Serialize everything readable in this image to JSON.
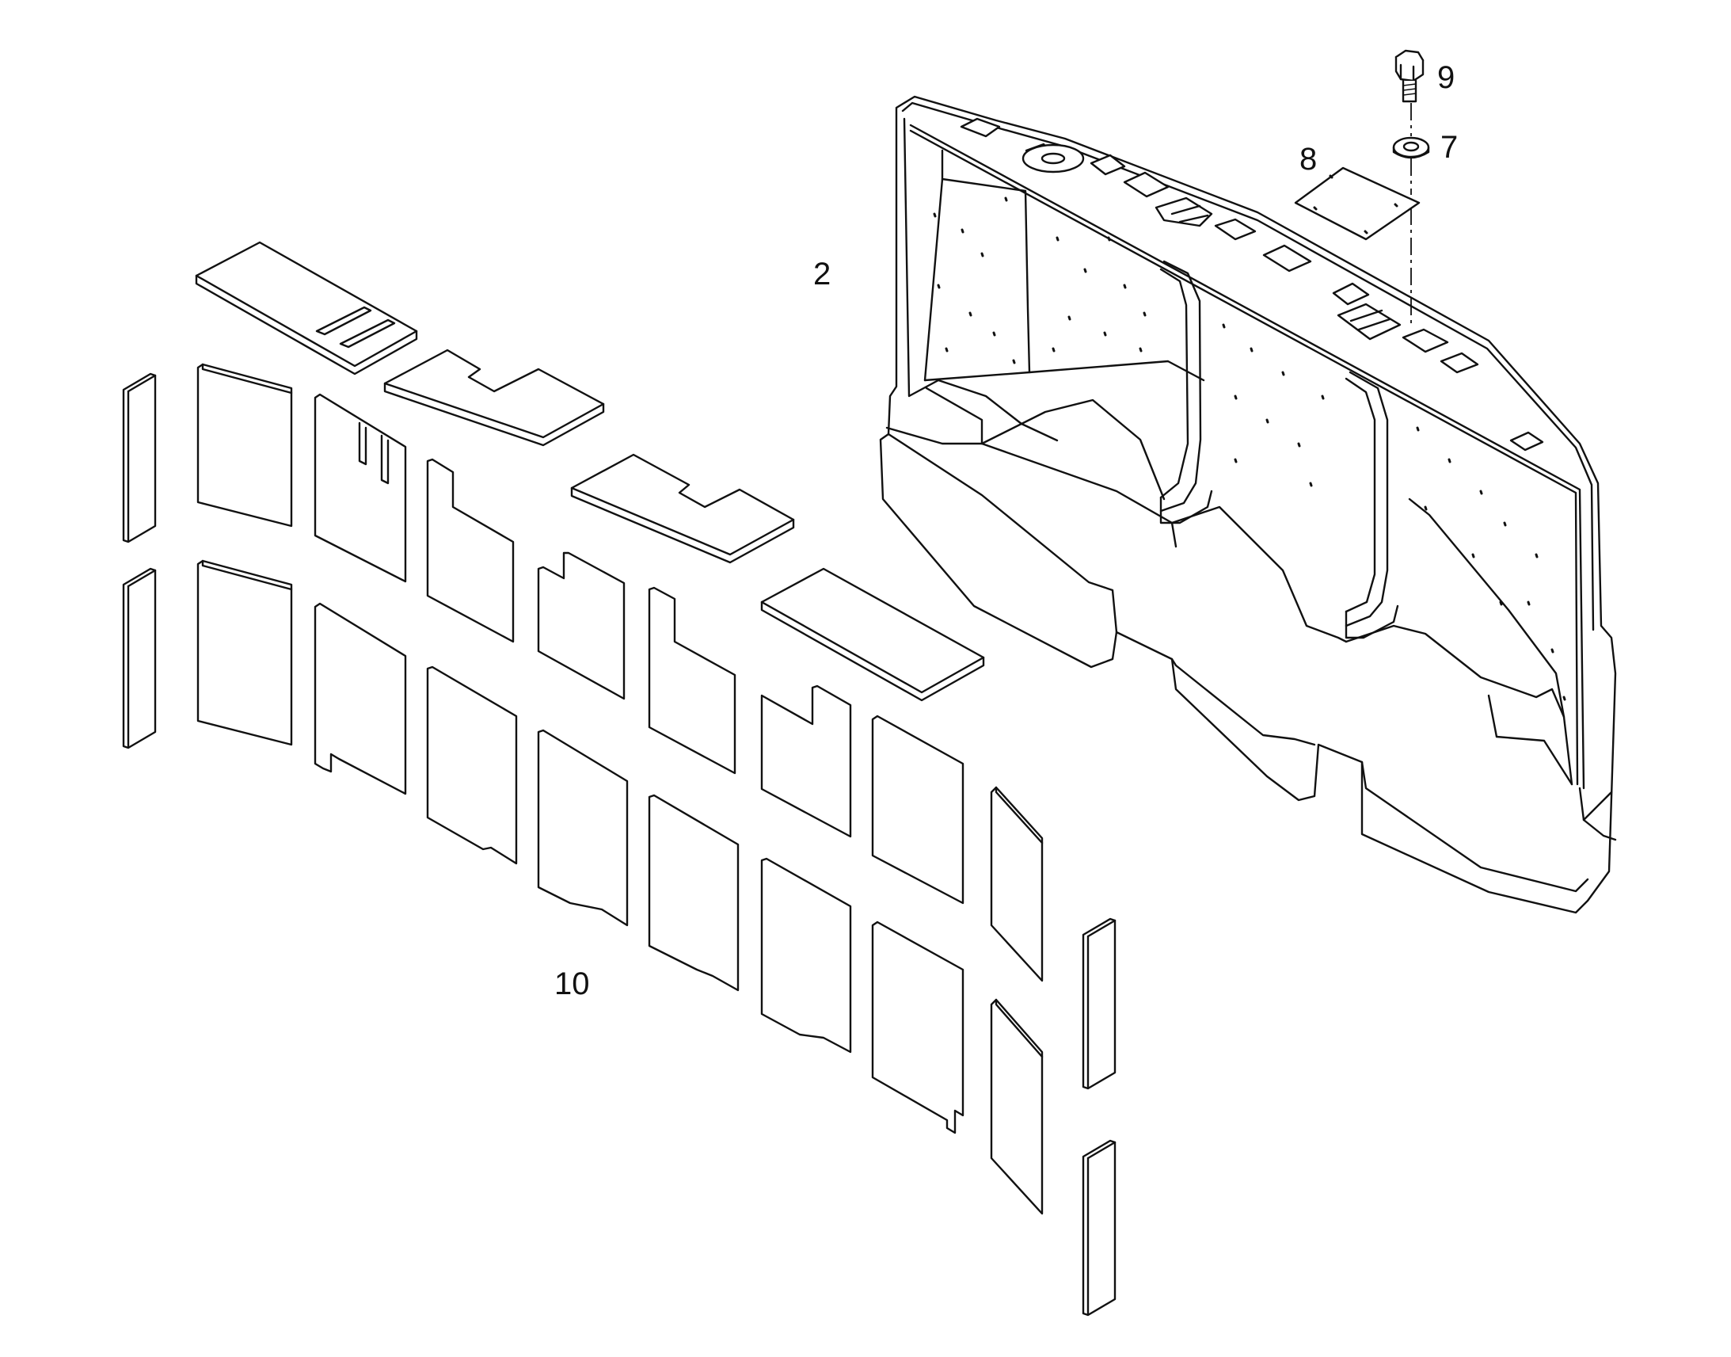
{
  "callouts": {
    "tank_body": "2",
    "washer": "7",
    "cover_plate": "8",
    "bolt": "9",
    "insulation_panels": "10"
  },
  "colors": {
    "line": "#111111",
    "background": "#ffffff"
  }
}
